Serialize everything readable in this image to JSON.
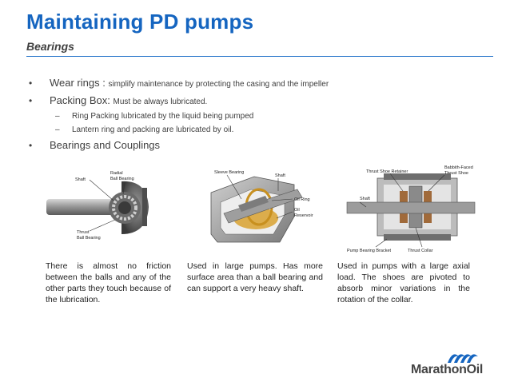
{
  "slide": {
    "title": "Maintaining PD pumps",
    "subtitle": "Bearings"
  },
  "bullets": [
    {
      "lead": "Wear rings : ",
      "detail": "simplify maintenance by protecting the casing and the impeller"
    },
    {
      "lead": "Packing Box: ",
      "detail": "Must be always lubricated."
    },
    {
      "lead": "Bearings and Couplings",
      "detail": ""
    }
  ],
  "sub_bullets": [
    "Ring Packing lubricated by the liquid being pumped",
    "Lantern ring and packing are lubricated by oil."
  ],
  "figures": {
    "ball_bearing": {
      "labels": {
        "shaft": "Shaft",
        "radial_1": "Radial",
        "radial_2": "Ball Bearing",
        "thrust_1": "Thrust",
        "thrust_2": "Ball Bearing"
      },
      "caption": "There is almost no friction between the balls and any of the other parts they touch because of the lubrication."
    },
    "sleeve_bearing": {
      "labels": {
        "sleeve": "Sleeve Bearing",
        "shaft": "Shaft",
        "oil_ring": "Oil Ring",
        "oil_1": "Oil",
        "oil_2": "Reservoir"
      },
      "caption": "Used in large pumps. Has more surface area than a ball bearing and can support a very heavy shaft."
    },
    "thrust_bearing": {
      "labels": {
        "retainer": "Thrust Shoe Retainer",
        "babbitt_1": "Babbith-Faced",
        "babbitt_2": "Thrust Shoe",
        "shaft": "Shaft",
        "bracket": "Pump Bearing Bracket",
        "collar": "Thrust Collar"
      },
      "caption": "Used in pumps with a large axial load. The shoes are pivoted to absorb minor variations in the rotation of the collar."
    }
  },
  "brand": {
    "name": "MarathonOil",
    "accent": "#1565c0"
  }
}
